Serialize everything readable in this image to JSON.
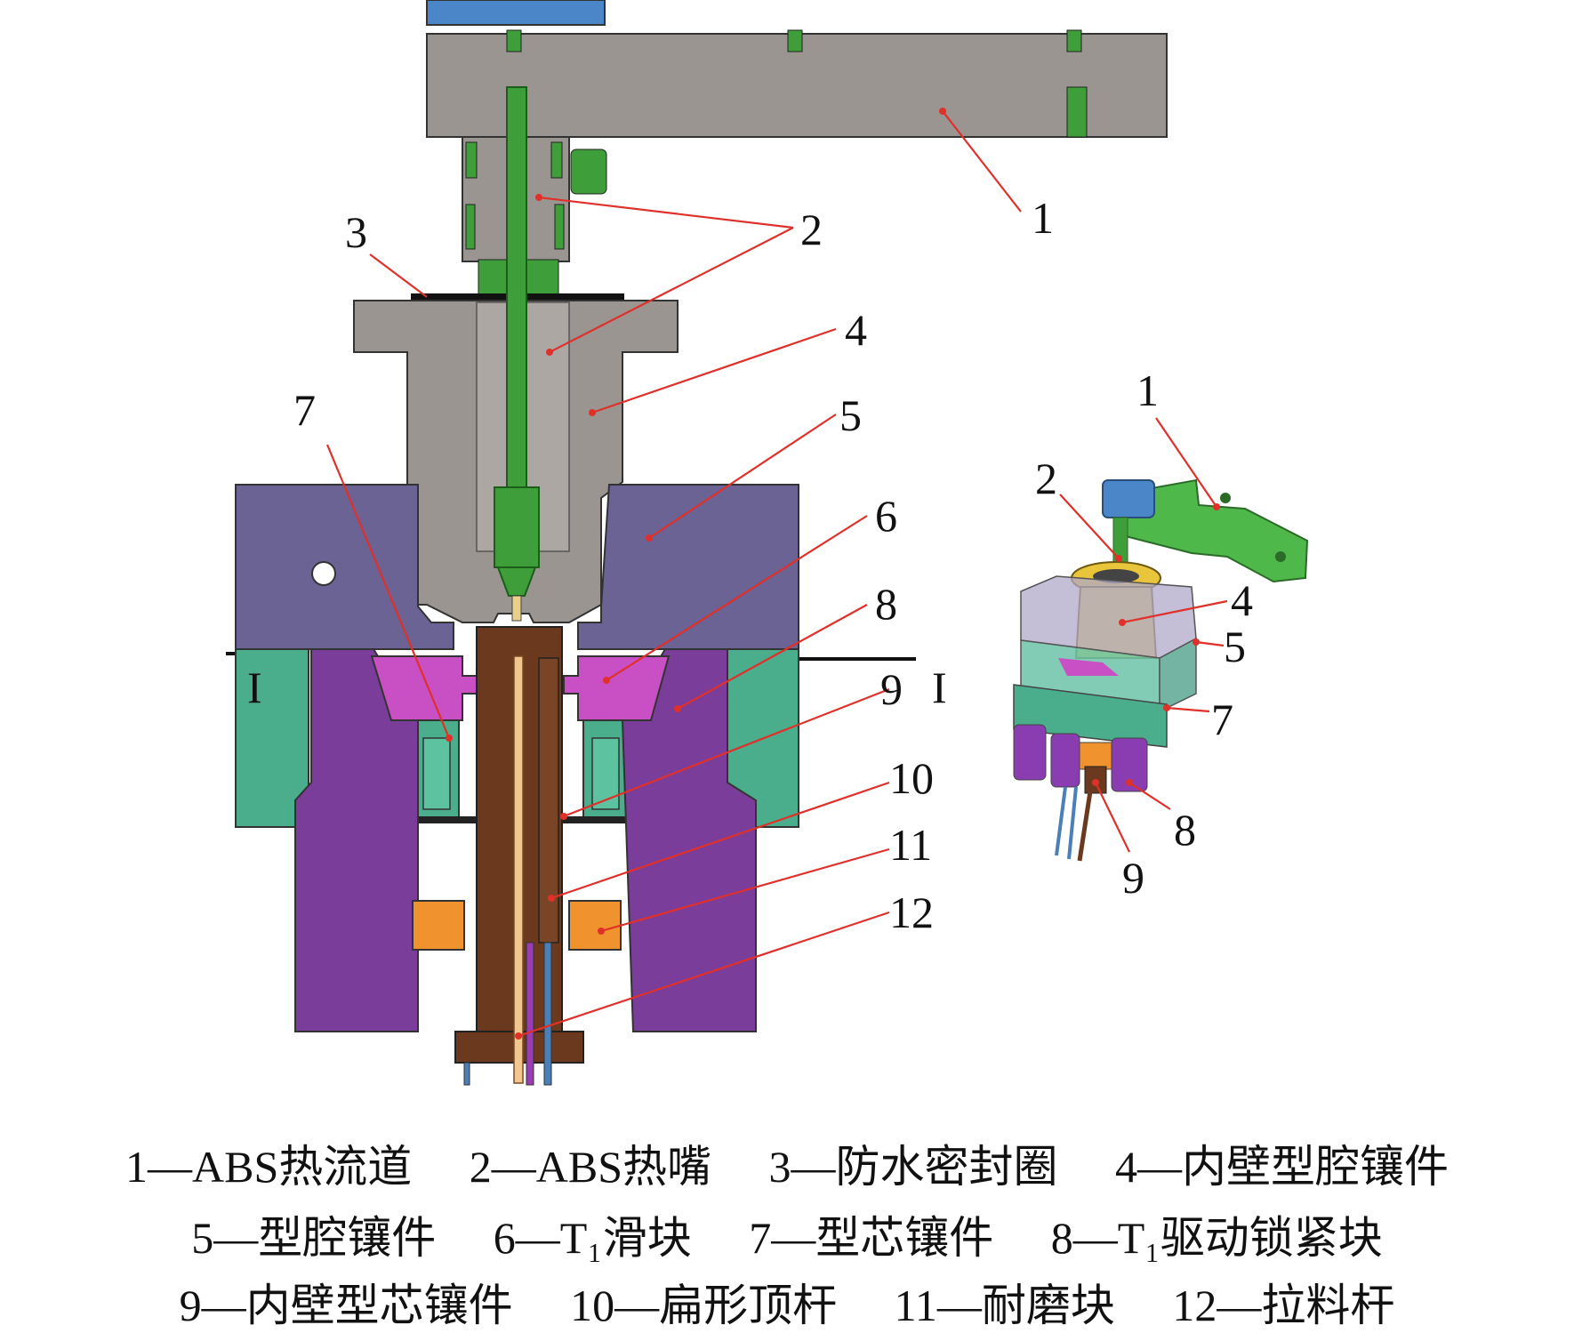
{
  "callouts": {
    "n1": "1",
    "n2": "2",
    "n3": "3",
    "n4": "4",
    "n5": "5",
    "n6": "6",
    "n7": "7",
    "n8": "8",
    "n9": "9",
    "n10": "10",
    "n11": "11",
    "n12": "12",
    "sec_left": "I",
    "sec_right": "I"
  },
  "iso_callouts": {
    "n1": "1",
    "n2": "2",
    "n4": "4",
    "n5": "5",
    "n7": "7",
    "n8": "8",
    "n9": "9"
  },
  "legend": {
    "row1": [
      "1—ABS热流道",
      "2—ABS热嘴",
      "3—防水密封圈",
      "4—内壁型腔镶件"
    ],
    "row2": [
      "5—型腔镶件",
      "6—T₁滑块",
      "7—型芯镶件",
      "8—T₁驱动锁紧块"
    ],
    "row3": [
      "9—内壁型芯镶件",
      "10—扁形顶杆",
      "11—耐磨块",
      "12—拉料杆"
    ]
  },
  "colors": {
    "manifold": "#9b9592",
    "nozzle": "#3d9e3a",
    "cavity_insert": "#6b6394",
    "slider": "#c94fc4",
    "core_insert": "#4aad8c",
    "lock_block": "#7b3d9a",
    "ejector": "#6b3a1e",
    "wear_block": "#f0922e",
    "leader": "#e0302a"
  }
}
